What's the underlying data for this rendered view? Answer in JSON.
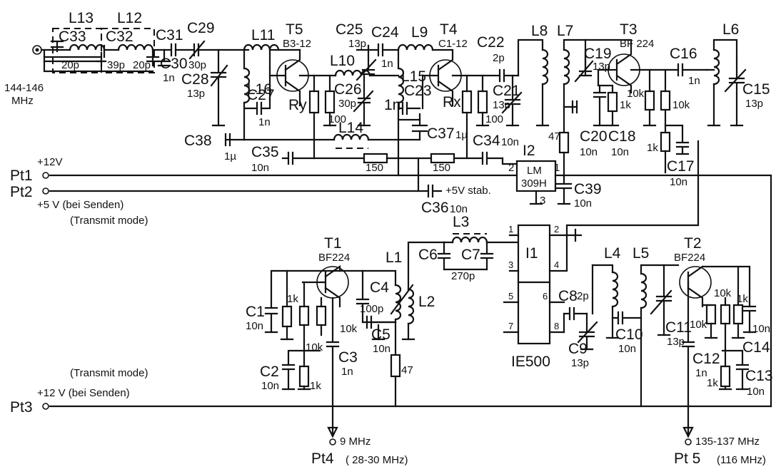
{
  "inputs": {
    "antenna_band": "144-146",
    "antenna_unit": "MHz",
    "pt1": "Pt1",
    "pt1_voltage": "+12V",
    "pt2": "Pt2",
    "pt2_voltage": "+5 V (bei Senden)",
    "pt2_note": "(Transmit mode)",
    "pt3": "Pt3",
    "pt3_voltage": "+12 V (bei Senden)",
    "pt3_note": "(Transmit mode)",
    "pt4": "Pt4",
    "pt4_freq": "9 MHz",
    "pt4_freq2": "( 28-30 MHz)",
    "pt5": "Pt 5",
    "pt5_freq": "135-137 MHz",
    "pt5_freq2": "(116 MHz)",
    "stab": "+5V stab."
  },
  "top_filter": {
    "L13": "L13",
    "L12": "L12",
    "C33": "C33",
    "C33_v": "20p",
    "C32": "C32",
    "C32_v": "39p",
    "C32_v2": "20p",
    "C31": "C31",
    "C30": "C30",
    "C30_v": "1n",
    "C29": "C29",
    "C29_v": "30p",
    "C28": "C28",
    "C28_v": "13p"
  },
  "stage_t5": {
    "L11": "L11",
    "T5": "T5",
    "T5_type": "B3-12",
    "L16": "L16",
    "C27": "C27",
    "C27_v": "1n",
    "Ry": "Ry",
    "R100": "100",
    "C25": "C25",
    "C25_v": "13p",
    "L10": "L10",
    "C26": "C26",
    "C26_v": "30p"
  },
  "stage_t4": {
    "C24": "C24",
    "C24_v": "1n",
    "L9": "L9",
    "T4": "T4",
    "T4_type": "C1-12",
    "L15": "L15",
    "C23": "C23",
    "C23_v": "1n",
    "Rx": "Rx",
    "R100b": "100",
    "C22": "C22",
    "C22_v": "2p",
    "C21": "C21",
    "C21_v": "13p",
    "L8": "L8"
  },
  "supply": {
    "C38": "C38",
    "C38_v": "1µ",
    "L14": "L14",
    "C37": "C37",
    "C37_v": "1µ",
    "C35": "C35",
    "C35_v": "10n",
    "R150a": "150",
    "R150b": "150",
    "C34": "C34",
    "C34_v": "10n",
    "C36": "C36",
    "C36_v": "10n",
    "I2": "I2",
    "I2_line1": "LM",
    "I2_line2": "309H",
    "pin1": "1",
    "pin2": "2",
    "pin3": "3",
    "R47": "47",
    "C39": "C39",
    "C39_v": "10n"
  },
  "stage_t3": {
    "L7": "L7",
    "T3": "T3",
    "T3_type": "BF 224",
    "C19": "C19",
    "C19_v": "13p",
    "C20": "C20",
    "C20_v": "10n",
    "C18": "C18",
    "C18_v": "10n",
    "R1k": "1k",
    "R10k_a": "10k",
    "R10k_b": "10k",
    "C16": "C16",
    "C16_v": "1n",
    "L6": "L6",
    "C15": "C15",
    "C15_v": "13p",
    "R1k_b": "1k",
    "C17": "C17",
    "C17_v": "10n"
  },
  "stage_t1": {
    "T1": "T1",
    "T1_type": "BF224",
    "C1": "C1",
    "C1_v": "10n",
    "R1k": "1k",
    "R10k": "10k",
    "R10k_b": "10k",
    "C2": "C2",
    "C2_v": "10n",
    "R1k_b": "1k",
    "C3": "C3",
    "C3_v": "1n",
    "C4": "C4",
    "C4_v": "100p",
    "C5": "C5",
    "C5_v": "10n",
    "R47": "47",
    "L1": "L1",
    "L2": "L2"
  },
  "mixer": {
    "L3": "L3",
    "C6": "C6",
    "C7": "C7",
    "C67_v": "270p",
    "I1": "I1",
    "IE500": "IE500",
    "p1": "1",
    "p2": "2",
    "p3": "3",
    "p4": "4",
    "p5": "5",
    "p6": "6",
    "p7": "7",
    "p8": "8"
  },
  "stage_t2": {
    "L4": "L4",
    "L5": "L5",
    "C8": "C8",
    "C8_v": "2p",
    "C9": "C9",
    "C9_v": "13p",
    "C10": "C10",
    "C10_v": "10n",
    "C11": "C11",
    "C11_v": "13p",
    "T2": "T2",
    "T2_type": "BF224",
    "R10k": "10k",
    "R10k_b": "10k",
    "R1k": "1k",
    "R1k_b": "1k",
    "C12": "C12",
    "C12_v": "1n",
    "C13": "C13",
    "C13_v": "10n",
    "C14": "C14",
    "C14_v": "10n"
  }
}
